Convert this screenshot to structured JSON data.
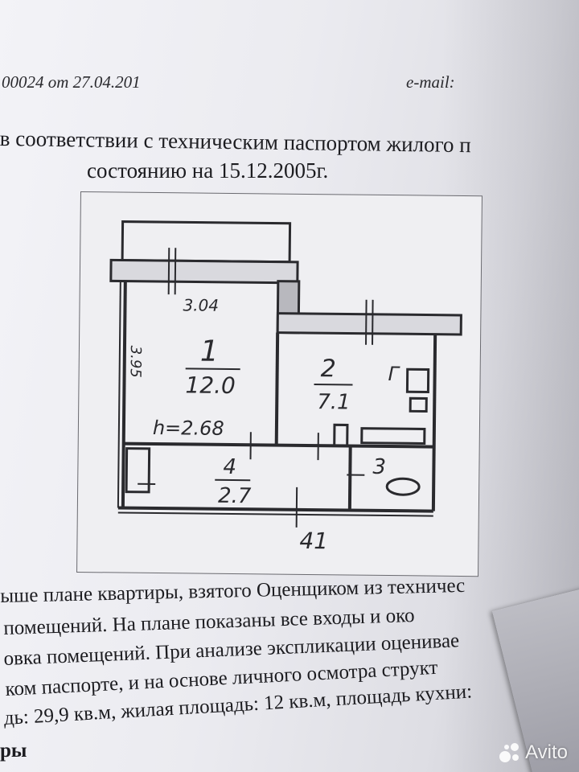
{
  "header": {
    "doc_number": "00024 от 27.04.201",
    "email_label": "e-mail:"
  },
  "intro": {
    "line1": "в соответствии с техническим  паспортом жилого п",
    "line2": "состоянию на 15.12.2005г."
  },
  "plan": {
    "rooms": [
      {
        "number": "1",
        "area": "12.0"
      },
      {
        "number": "2",
        "area": "7.1"
      },
      {
        "number": "3",
        "area": ""
      },
      {
        "number": "4",
        "area": "2.7"
      }
    ],
    "dim_top": "3.04",
    "dim_side": "3.95",
    "height_label": "h=2.68",
    "apartment_number": "41",
    "stove_label": "Г"
  },
  "paragraph": {
    "line1": "ыше плане квартиры, взятого Оценщиком из техничес",
    "line2": "помещений.  На  плане  показаны  все  входы  и  око",
    "line3": "овка помещений. При анализе экспликации оценивае",
    "line4": "ком  паспорте,  и  на  основе  личного  осмотра  структ",
    "line5": "дь: 29,9 кв.м, жилая площадь: 12 кв.м, площадь кухни:",
    "line6": "ры"
  },
  "watermark": {
    "text": "Avito"
  }
}
